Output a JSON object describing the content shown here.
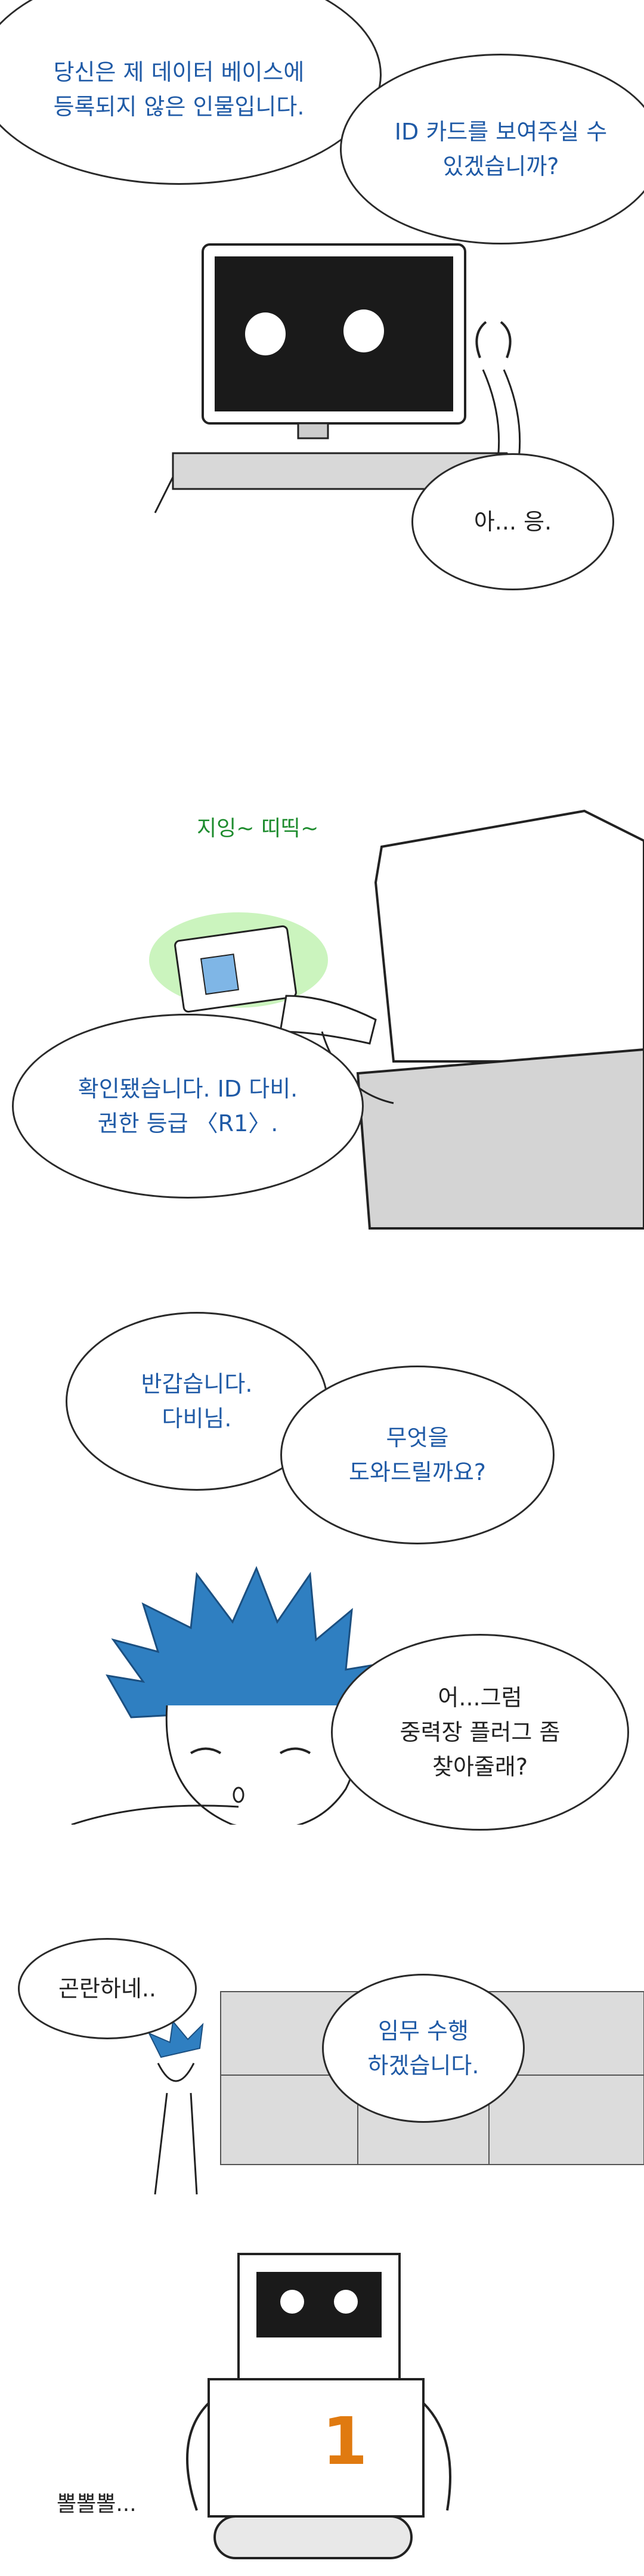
{
  "panel1": {
    "bubble_a": "당신은 제 데이터 베이스에\n등록되지 않은 인물입니다.",
    "bubble_b": "ID 카드를 보여주실 수\n있겠습니까?",
    "bubble_c": "아... 응."
  },
  "panel2": {
    "sfx": "지잉~ 띠띡~",
    "bubble": "확인됐습니다. ID 다비.\n권한 등급 〈R1〉."
  },
  "panel3": {
    "bubble_a": "반갑습니다.\n다비님.",
    "bubble_b": "무엇을\n도와드릴까요?",
    "bubble_c": "어...그럼\n중력장 플러그 좀\n찾아줄래?"
  },
  "panel4": {
    "bubble_a": "곤란하네..",
    "bubble_b": "임무 수행\n하겠습니다.",
    "sfx": "뽈뽈뽈...",
    "robot_number": "1"
  },
  "colors": {
    "speech_text": "#1f5aa6",
    "sfx_green": "#1e8c2e",
    "hair": "#2f7fc1",
    "robot_number": "#e07a10"
  }
}
